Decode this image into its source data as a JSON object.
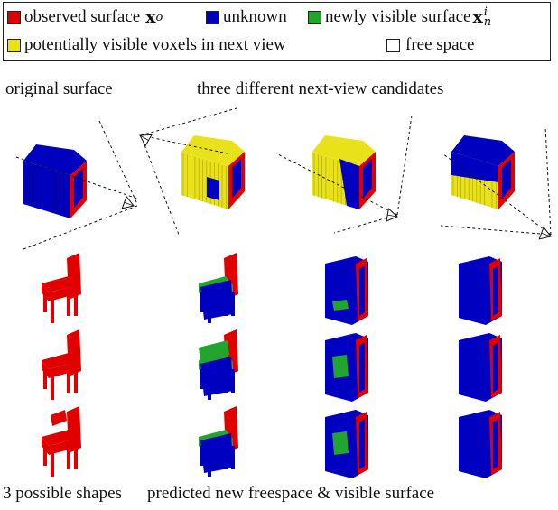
{
  "colors": {
    "observed": "#e00000",
    "unknown": "#0000c0",
    "visible": "#22a52e",
    "potential": "#e9e21a",
    "free": "#ffffff",
    "observed_dark": "#8c0000",
    "unknown_dark": "#000070",
    "potential_dark": "#8a8400",
    "visible_dark": "#0e5a14"
  },
  "legend": {
    "observed_label": "observed surface",
    "observed_symbol": "x",
    "observed_sub": "o",
    "unknown_label": "unknown",
    "visible_label": "newly visible surface",
    "visible_symbol": "x",
    "visible_sup": "i",
    "visible_sub": "n",
    "potential_label": "potentially visible voxels in next view",
    "free_label": "free space"
  },
  "captions": {
    "original": "original surface",
    "candidates": "three different next-view candidates",
    "shapes": "3 possible shapes",
    "predicted": "predicted new freespace & visible surface"
  }
}
